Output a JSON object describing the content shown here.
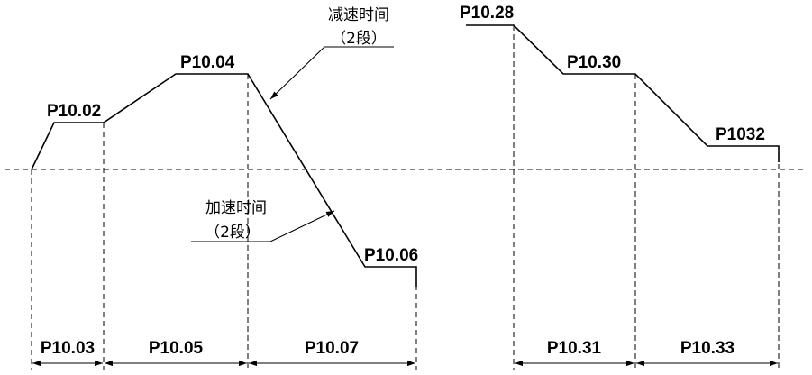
{
  "labels": {
    "p1002": "P10.02",
    "p1004": "P10.04",
    "p1006": "P10.06",
    "p1028": "P10.28",
    "p1030": "P10.30",
    "p1032": "P1032",
    "p1003": "P10.03",
    "p1005": "P10.05",
    "p1007": "P10.07",
    "p1031": "P10.31",
    "p1033": "P10.33"
  },
  "annotations": {
    "decel_line1": "减速时间",
    "decel_line2": "（2段）",
    "accel_line1": "加速时间",
    "accel_line2": "（2段）"
  }
}
